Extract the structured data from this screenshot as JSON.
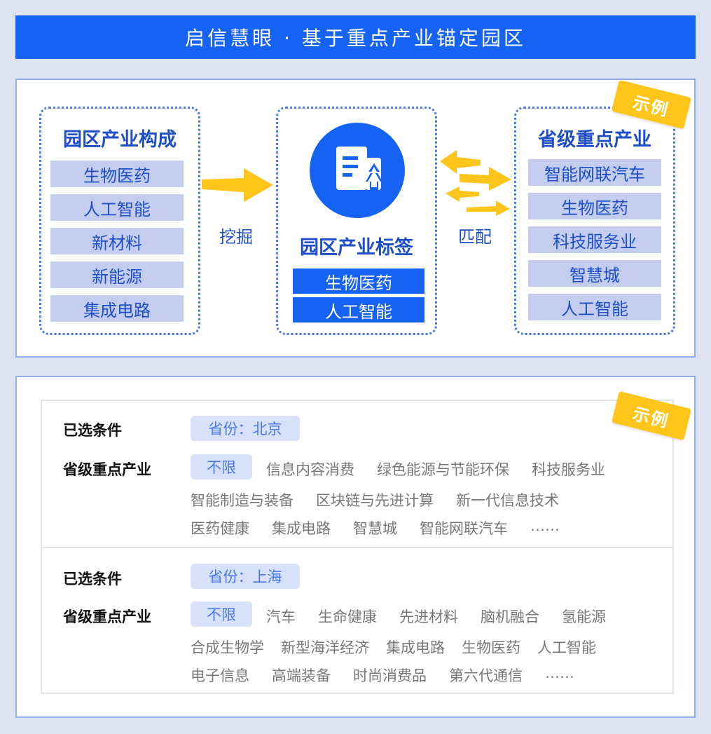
{
  "header": {
    "title": "启信慧眼 · 基于重点产业锚定园区"
  },
  "top": {
    "badge": "示例",
    "left": {
      "title": "园区产业构成",
      "items": [
        "生物医药",
        "人工智能",
        "新材料",
        "新能源",
        "集成电路"
      ]
    },
    "arrow_label_1": "挖掘",
    "center": {
      "icon": "building-icon",
      "title": "园区产业标签",
      "items": [
        "生物医药",
        "人工智能"
      ]
    },
    "arrow_label_2": "匹配",
    "right": {
      "title": "省级重点产业",
      "items": [
        "智能网联汽车",
        "生物医药",
        "科技服务业",
        "智慧城",
        "人工智能"
      ]
    }
  },
  "bottom": {
    "badge": "示例",
    "groups": [
      {
        "selected_label": "已选条件",
        "selected_value": "省份：北京",
        "industry_label": "省级重点产业",
        "unlimited": "不限",
        "lines": [
          [
            "信息内容消费",
            "绿色能源与节能环保",
            "科技服务业"
          ],
          [
            "智能制造与装备",
            "区块链与先进计算",
            "新一代信息技术"
          ],
          [
            "医药健康",
            "集成电路",
            "智慧城",
            "智能网联汽车",
            "……"
          ]
        ]
      },
      {
        "selected_label": "已选条件",
        "selected_value": "省份：上海",
        "industry_label": "省级重点产业",
        "unlimited": "不限",
        "lines": [
          [
            "汽车",
            "生命健康",
            "先进材料",
            "脑机融合",
            "氢能源"
          ],
          [
            "合成生物学",
            "新型海洋经济",
            "集成电路",
            "生物医药",
            "人工智能"
          ],
          [
            "电子信息",
            "高端装备",
            "时尚消费品",
            "第六代通信",
            "……"
          ]
        ]
      }
    ]
  },
  "colors": {
    "brand_blue": "#1663f3",
    "tag_bg": "#c4cdee",
    "arrow": "#ffc51a",
    "badge": "#ffc51a"
  }
}
